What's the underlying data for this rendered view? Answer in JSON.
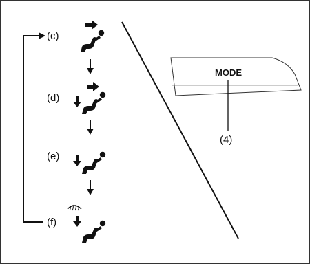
{
  "modes": [
    {
      "label": "(c)",
      "icon": "seat-face-vent-icon"
    },
    {
      "label": "(d)",
      "icon": "seat-bilevel-icon"
    },
    {
      "label": "(e)",
      "icon": "seat-floor-icon"
    },
    {
      "label": "(f)",
      "icon": "seat-floor-defrost-icon"
    }
  ],
  "mode_button": {
    "label": "MODE",
    "callout": "(4)"
  },
  "colors": {
    "line": "#111111",
    "background": "#ffffff",
    "border": "#333333"
  }
}
